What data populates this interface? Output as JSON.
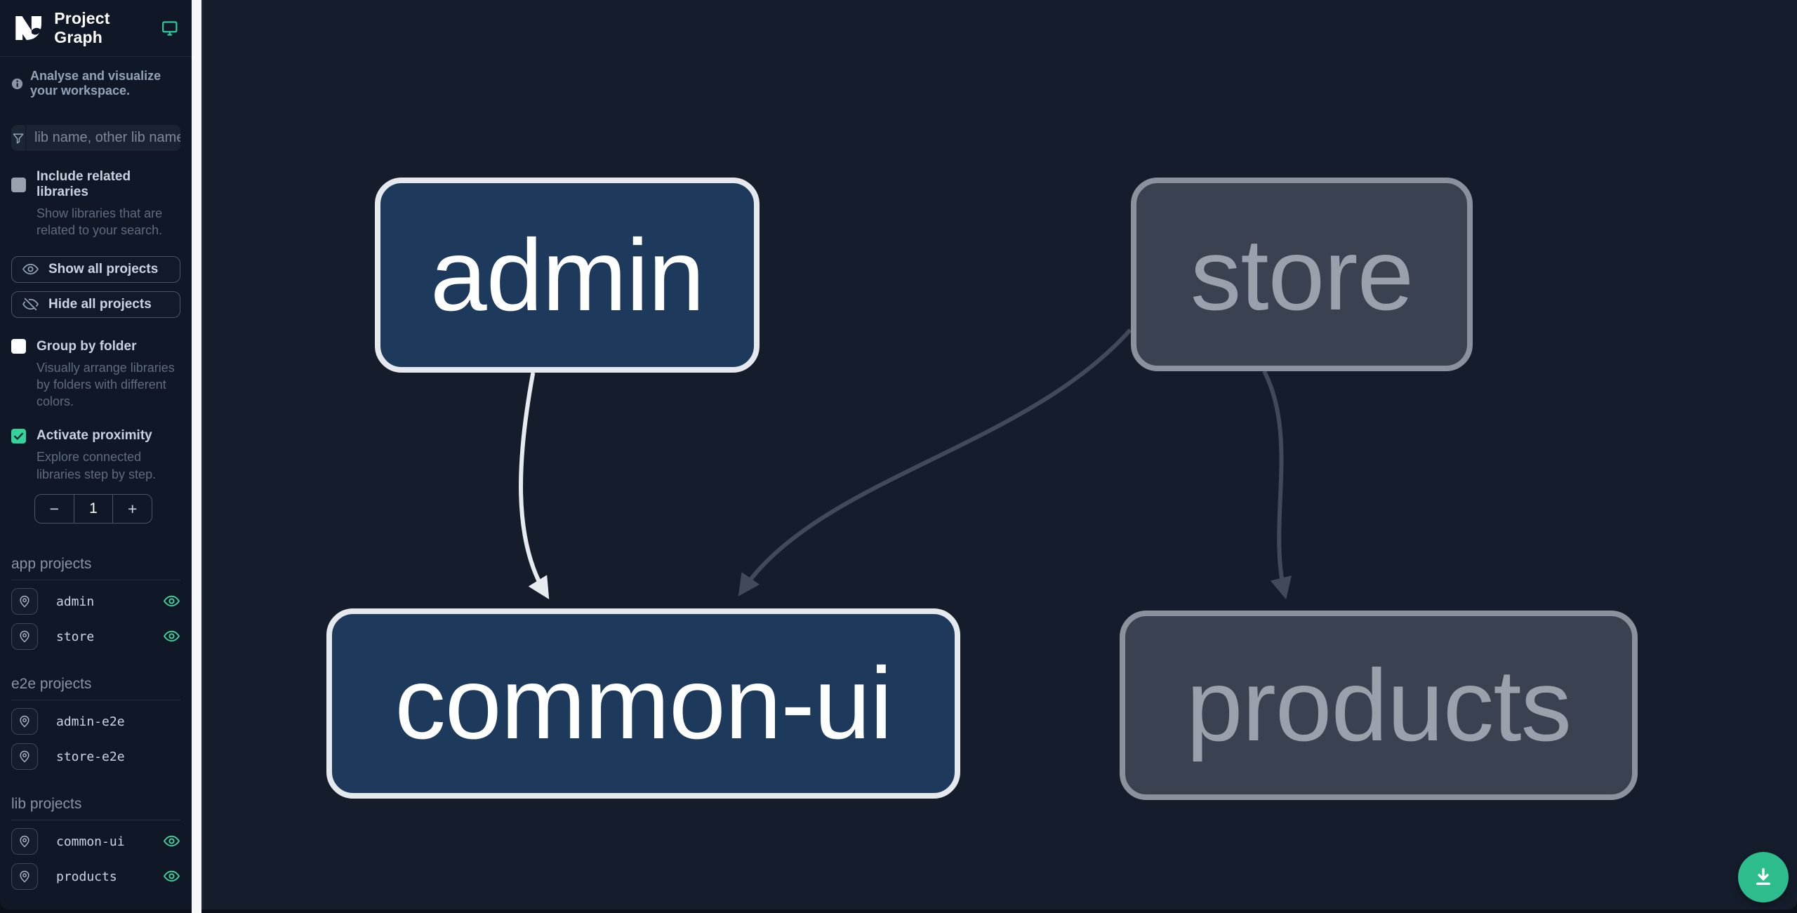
{
  "header": {
    "title": "Project Graph"
  },
  "sidebar": {
    "tagline": "Analyse and visualize your workspace.",
    "filter": {
      "placeholder": "lib name, other lib name"
    },
    "include_related": {
      "label": "Include related libraries",
      "description": "Show libraries that are related to your search.",
      "checked": false
    },
    "show_all_label": "Show all projects",
    "hide_all_label": "Hide all projects",
    "group_by_folder": {
      "label": "Group by folder",
      "description": "Visually arrange libraries by folders with different colors.",
      "checked": false
    },
    "activate_proximity": {
      "label": "Activate proximity",
      "description": "Explore connected libraries step by step.",
      "checked": true
    },
    "proximity": {
      "decrease": "−",
      "value": "1",
      "increase": "+"
    },
    "sections": [
      {
        "title": "app projects",
        "items": [
          {
            "name": "admin",
            "visible": true
          },
          {
            "name": "store",
            "visible": true
          }
        ]
      },
      {
        "title": "e2e projects",
        "items": [
          {
            "name": "admin-e2e",
            "visible": false
          },
          {
            "name": "store-e2e",
            "visible": false
          }
        ]
      },
      {
        "title": "lib projects",
        "items": [
          {
            "name": "common-ui",
            "visible": true
          },
          {
            "name": "products",
            "visible": true
          }
        ]
      }
    ]
  },
  "graph": {
    "nodes": [
      {
        "id": "admin",
        "label": "admin",
        "state": "focused"
      },
      {
        "id": "store",
        "label": "store",
        "state": "faded"
      },
      {
        "id": "common-ui",
        "label": "common-ui",
        "state": "focused"
      },
      {
        "id": "products",
        "label": "products",
        "state": "faded"
      }
    ],
    "edges": [
      {
        "from": "admin",
        "to": "common-ui",
        "style": "highlight"
      },
      {
        "from": "store",
        "to": "common-ui",
        "style": "muted"
      },
      {
        "from": "store",
        "to": "products",
        "style": "muted"
      }
    ]
  },
  "fab": {
    "action": "download-graph-image"
  },
  "colors": {
    "accent_green": "#2ebd8c",
    "eye_green": "#3fd69e",
    "checkbox_checked": "#34d399",
    "focused_node_fill": "#1d3a5c",
    "focused_node_border": "#e5e8ec",
    "faded_node_fill": "#3a4150",
    "faded_node_border": "#8b929d",
    "edge_highlight": "#e7eaee",
    "edge_muted": "#424a59",
    "sidebar_bg": "#101827",
    "canvas_bg": "#151c2b"
  }
}
